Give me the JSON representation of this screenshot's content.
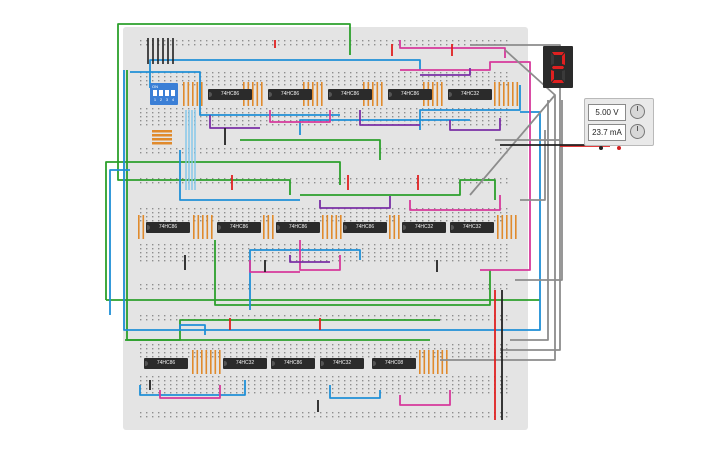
{
  "power_supply": {
    "voltage_display": "5.00 V",
    "current_display": "23.7 mA"
  },
  "dip_switch": {
    "label": "ON",
    "positions": [
      "1",
      "2",
      "3",
      "4"
    ]
  },
  "seven_segment": {
    "digit_color": "#e02020"
  },
  "chips": {
    "row1": [
      "74HC86",
      "74HC86",
      "74HC86",
      "74HC86",
      "74HC32"
    ],
    "row2": [
      "74HC86",
      "74HC86",
      "74HC86",
      "74HC86",
      "74HC32",
      "74HC32"
    ],
    "row3": [
      "74HC86",
      "74HC32",
      "74HC86",
      "74HC32",
      "74HC08"
    ]
  },
  "colors": {
    "breadboard": "#e4e4e4",
    "wire_green": "#2ca02c",
    "wire_blue": "#1f8fd6",
    "wire_magenta": "#d6399b",
    "wire_purple": "#7a2fa5",
    "wire_gray": "#8c8c8c",
    "wire_red": "#e02020",
    "wire_black": "#222222",
    "resistor": "#e08a2c"
  }
}
